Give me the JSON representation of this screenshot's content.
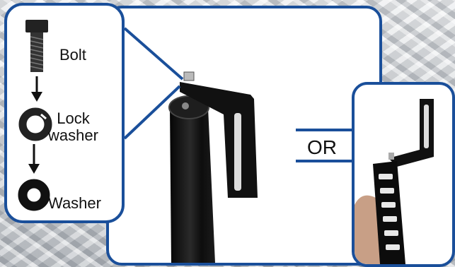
{
  "parts": {
    "bolt_label": "Bolt",
    "lock_washer_label": "Lock\nwasher",
    "washer_label": "Washer"
  },
  "alternative": {
    "or_label": "OR"
  },
  "colors": {
    "frame_blue": "#1a4f9a",
    "bracket_black": "#111111"
  },
  "icons": [
    "bolt-icon",
    "lock-washer-icon",
    "washer-icon",
    "arrow-down-icon"
  ]
}
